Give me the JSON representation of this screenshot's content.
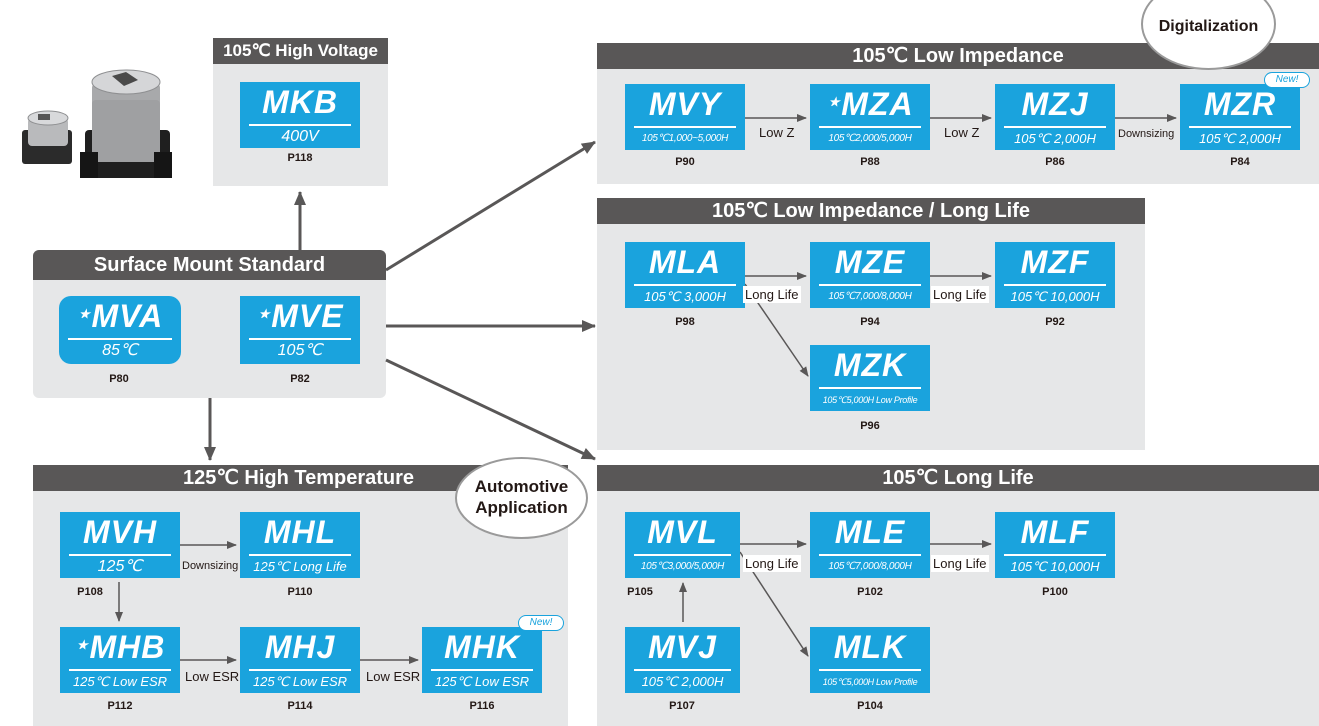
{
  "colors": {
    "panel_bg": "#e6e7e8",
    "panel_header": "#595757",
    "series_box": "#1aa3dd",
    "arrow": "#595757",
    "text": "#231815"
  },
  "panels": {
    "high_voltage": {
      "title": "105℃ High Voltage"
    },
    "standard": {
      "title": "Surface Mount Standard"
    },
    "low_impedance": {
      "title": "105℃ Low Impedance"
    },
    "low_impedance_long_life": {
      "title": "105℃ Low Impedance / Long Life"
    },
    "long_life": {
      "title": "105℃ Long Life"
    },
    "high_temperature": {
      "title": "125℃ High Temperature"
    }
  },
  "badges": {
    "digitalization": "Digitalization",
    "automotive": [
      "Automotive",
      "Application"
    ],
    "new": "New!"
  },
  "series": {
    "mkb": {
      "name": "MKB",
      "spec": "400V",
      "page": "P118"
    },
    "mva": {
      "name": "MVA",
      "star": "⋆",
      "spec": "85℃",
      "page": "P80"
    },
    "mve": {
      "name": "MVE",
      "star": "⋆",
      "spec": "105℃",
      "page": "P82"
    },
    "mvy": {
      "name": "MVY",
      "spec": "105℃1,000~5,000H",
      "page": "P90"
    },
    "mza": {
      "name": "MZA",
      "star": "⋆",
      "spec": "105℃2,000/5,000H",
      "page": "P88"
    },
    "mzj": {
      "name": "MZJ",
      "spec": "105℃ 2,000H",
      "page": "P86"
    },
    "mzr": {
      "name": "MZR",
      "spec": "105℃ 2,000H",
      "page": "P84"
    },
    "mla": {
      "name": "MLA",
      "spec": "105℃ 3,000H",
      "page": "P98"
    },
    "mze": {
      "name": "MZE",
      "spec": "105℃7,000/8,000H",
      "page": "P94"
    },
    "mzf": {
      "name": "MZF",
      "spec": "105℃ 10,000H",
      "page": "P92"
    },
    "mzk": {
      "name": "MZK",
      "spec": "105℃5,000H Low Profile",
      "page": "P96"
    },
    "mvl": {
      "name": "MVL",
      "spec": "105℃3,000/5,000H",
      "page": "P105"
    },
    "mle": {
      "name": "MLE",
      "spec": "105℃7,000/8,000H",
      "page": "P102"
    },
    "mlf": {
      "name": "MLF",
      "spec": "105℃ 10,000H",
      "page": "P100"
    },
    "mvj": {
      "name": "MVJ",
      "spec": "105℃ 2,000H",
      "page": "P107"
    },
    "mlk": {
      "name": "MLK",
      "spec": "105℃5,000H Low Profile",
      "page": "P104"
    },
    "mvh": {
      "name": "MVH",
      "spec": "125℃",
      "page": "P108"
    },
    "mhl": {
      "name": "MHL",
      "spec": "125℃ Long Life",
      "page": "P110"
    },
    "mhb": {
      "name": "MHB",
      "star": "⋆",
      "spec": "125℃ Low ESR",
      "page": "P112"
    },
    "mhj": {
      "name": "MHJ",
      "spec": "125℃ Low ESR",
      "page": "P114"
    },
    "mhk": {
      "name": "MHK",
      "spec": "125℃ Low ESR",
      "page": "P116"
    }
  },
  "arrow_labels": {
    "low_z": "Low Z",
    "downsizing": "Downsizing",
    "long_life": "Long Life",
    "low_esr": "Low ESR"
  }
}
